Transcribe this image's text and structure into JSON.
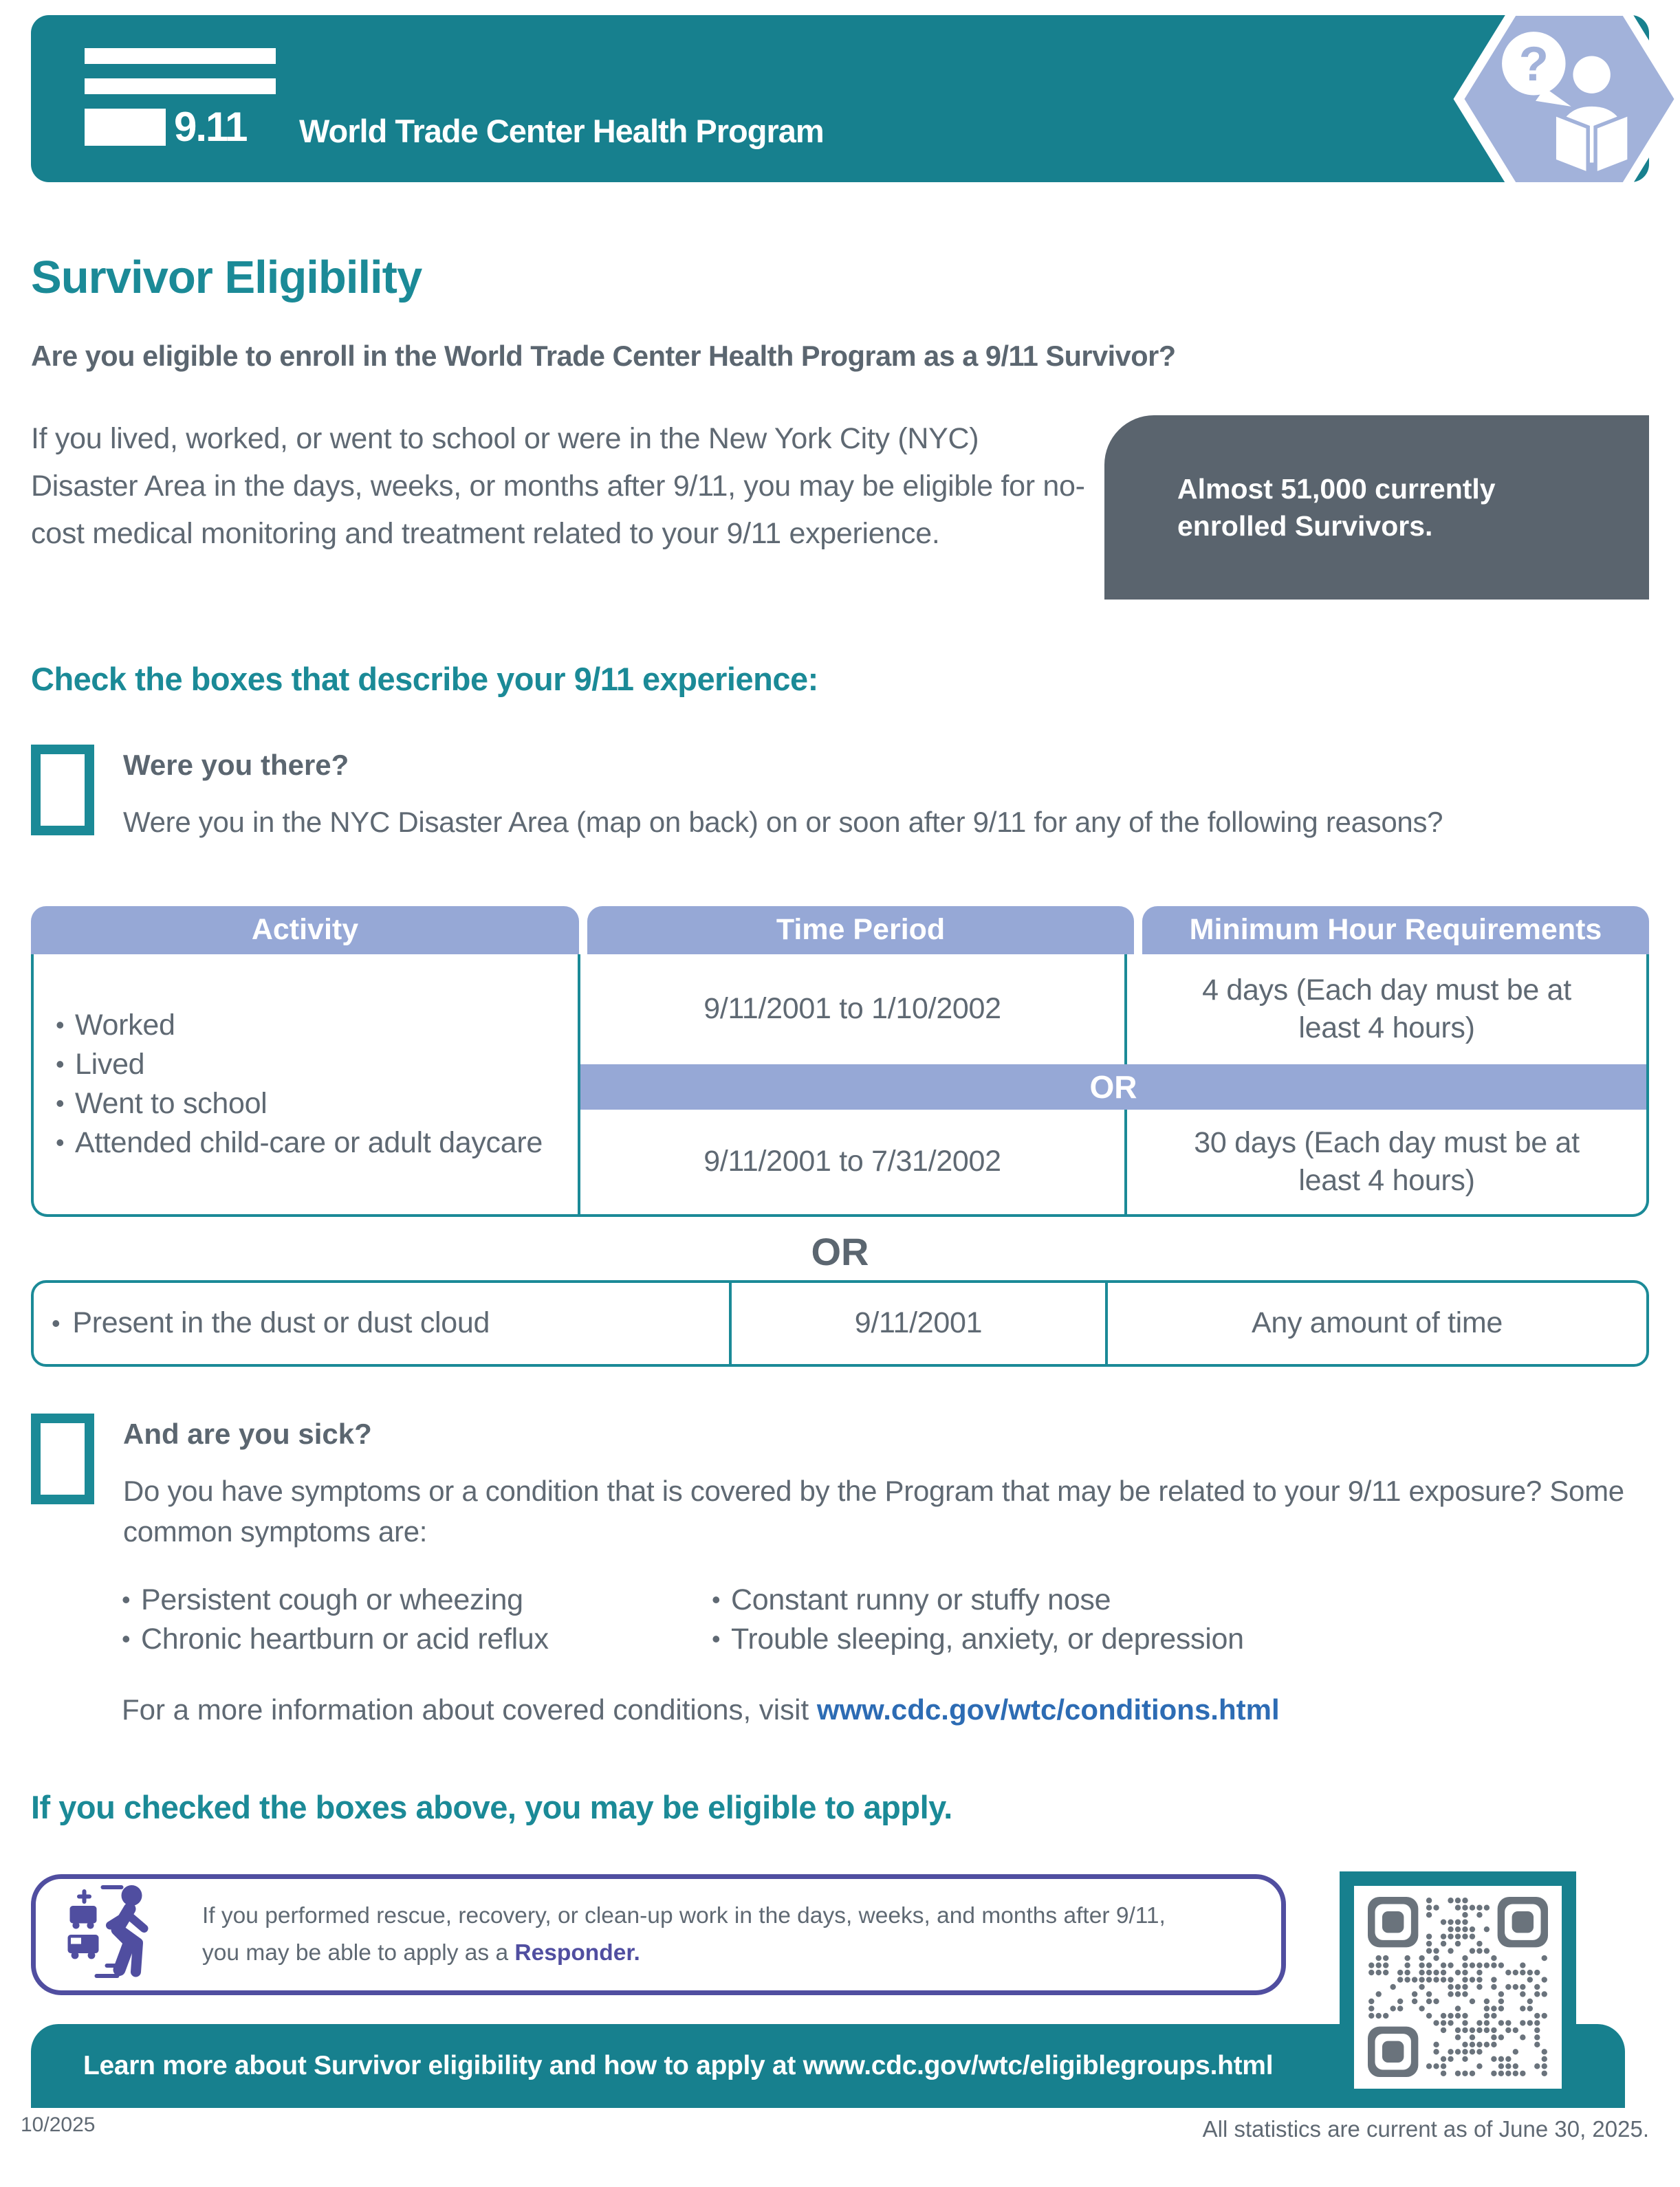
{
  "header": {
    "logo_brand": "9.11",
    "logo_name": "World Trade Center Health Program"
  },
  "title": "Survivor Eligibility",
  "subtitle": "Are you eligible to enroll in the World Trade Center Health Program as a 9/11 Survivor?",
  "intro": {
    "paragraph": "If you lived, worked, or went to school or were in the New York City (NYC) Disaster Area in the days, weeks, or months after 9/11, you may be eligible for no-cost medical monitoring and treatment related to your 9/11 experience.",
    "callout": "Almost 51,000 currently enrolled Survivors."
  },
  "section_heading": "Check the boxes that describe your 9/11 experience:",
  "question1": {
    "label": "Were you there?",
    "description": "Were you in the NYC Disaster Area (map on back) on or soon after 9/11 for any of the following reasons?"
  },
  "table": {
    "headers": [
      "Activity",
      "Time Period",
      "Minimum Hour Requirements"
    ],
    "activities": [
      "Worked",
      "Lived",
      "Went to school",
      "Attended child-care or adult daycare"
    ],
    "row1": {
      "time_period": "9/11/2001 to 1/10/2002",
      "requirement": "4 days (Each day must be at least 4 hours)"
    },
    "or_label": "OR",
    "row2": {
      "time_period": "9/11/2001 to 7/31/2002",
      "requirement": "30 days (Each day must be at least 4 hours)"
    }
  },
  "or_divider": "OR",
  "dust_row": {
    "activity": "Present in the dust or dust cloud",
    "time_period": "9/11/2001",
    "requirement": "Any amount of time"
  },
  "question2": {
    "label": "And are you sick?",
    "description": "Do you have symptoms or a condition that is covered by the Program that may be related to your 9/11 exposure? Some common symptoms are:",
    "symptoms_col1": [
      "Persistent cough or wheezing",
      "Chronic heartburn or acid reflux"
    ],
    "symptoms_col2": [
      "Constant runny or stuffy nose",
      "Trouble sleeping, anxiety, or depression"
    ],
    "conditions_prefix": "For a more information about covered conditions, visit ",
    "conditions_link": "www.cdc.gov/wtc/conditions.html"
  },
  "apply_heading": "If you checked the boxes above, you may be eligible to apply.",
  "responder_note": {
    "text": "If you performed rescue, recovery, or clean-up work in the days, weeks, and months after 9/11, you may be able to apply as a ",
    "bold": "Responder."
  },
  "footer": {
    "banner": "Learn more about Survivor eligibility and how to apply at www.cdc.gov/wtc/eligiblegroups.html",
    "date": "10/2025",
    "stats_note": "All statistics are current as of June 30, 2025."
  },
  "colors": {
    "teal": "#17808e",
    "teal_text": "#1b8a97",
    "periwinkle": "#96a8d6",
    "slate_text": "#5f6973",
    "dark_gray_box": "#5a646e",
    "link_blue": "#2d6cb4",
    "responder_purple": "#504ea0",
    "qr_gray": "#6a737c"
  }
}
